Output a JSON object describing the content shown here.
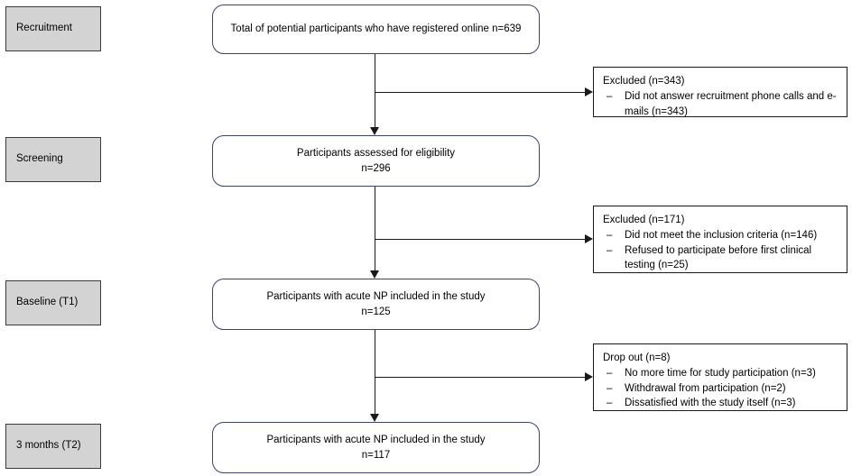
{
  "diagram": {
    "type": "study-participant-flow",
    "title": "",
    "colors": {
      "stage_label_fill": "#d3d3d3",
      "stage_label_border": "#3a3a3a",
      "flow_box_border": "#3d4465",
      "side_box_border": "#1a1a1a",
      "connector": "#1a1a1a",
      "background": "#ffffff"
    }
  },
  "stages": [
    {
      "id": "recruitment",
      "label": "Recruitment"
    },
    {
      "id": "screening",
      "label": "Screening"
    },
    {
      "id": "baseline",
      "label": "Baseline (T1)"
    },
    {
      "id": "followup",
      "label": "3 months (T2)"
    }
  ],
  "flow_boxes": [
    {
      "id": "registered",
      "lines": [
        "Total of potential participants who have registered online n=639"
      ],
      "n": 639
    },
    {
      "id": "assessed",
      "lines": [
        "Participants assessed for eligibility",
        "n=296"
      ],
      "n": 296
    },
    {
      "id": "included_t1",
      "lines": [
        "Participants with acute NP included in the study",
        "n=125"
      ],
      "n": 125
    },
    {
      "id": "included_t2",
      "lines": [
        "Participants with acute NP included in the study",
        "n=117"
      ],
      "n": 117
    }
  ],
  "side_boxes": [
    {
      "id": "excluded_1",
      "title": "Excluded (n=343)",
      "n": 343,
      "items": [
        "Did not answer recruitment phone calls and e-mails (n=343)"
      ]
    },
    {
      "id": "excluded_2",
      "title": "Excluded (n=171)",
      "n": 171,
      "items": [
        "Did not meet the inclusion criteria (n=146)",
        "Refused to participate before first clinical testing (n=25)"
      ]
    },
    {
      "id": "dropout",
      "title": "Drop out (n=8)",
      "n": 8,
      "items": [
        "No more time for study participation (n=3)",
        "Withdrawal from participation (n=2)",
        "Dissatisfied with the study itself (n=3)"
      ]
    }
  ],
  "bullet_glyph": "–"
}
